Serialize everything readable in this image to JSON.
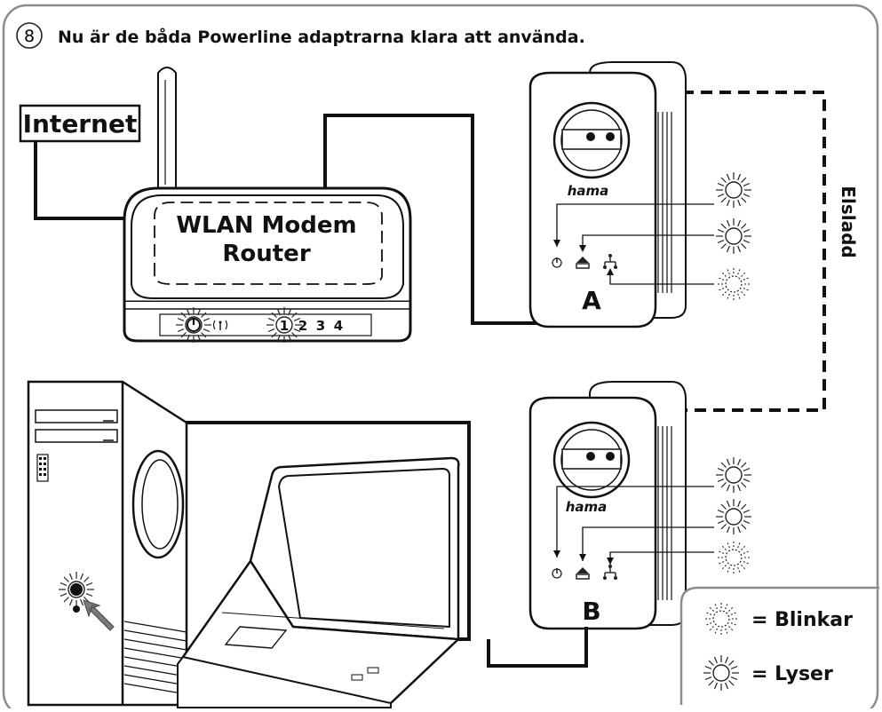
{
  "step": {
    "number": "8",
    "title": "Nu är de båda Powerline adaptrarna klara att använda."
  },
  "internet_label": "Internet",
  "router": {
    "line1": "WLAN Modem",
    "line2": "Router",
    "ports": [
      "1",
      "2",
      "3",
      "4"
    ]
  },
  "adapters": [
    {
      "brand": "hama",
      "label": "A"
    },
    {
      "brand": "hama",
      "label": "B"
    }
  ],
  "cable_label": "Elsladd",
  "legend": {
    "blink_label": "= Blinkar",
    "on_label": "= Lyser"
  },
  "colors": {
    "ink": "#1a1a1a",
    "frame": "#8c8c8c"
  }
}
